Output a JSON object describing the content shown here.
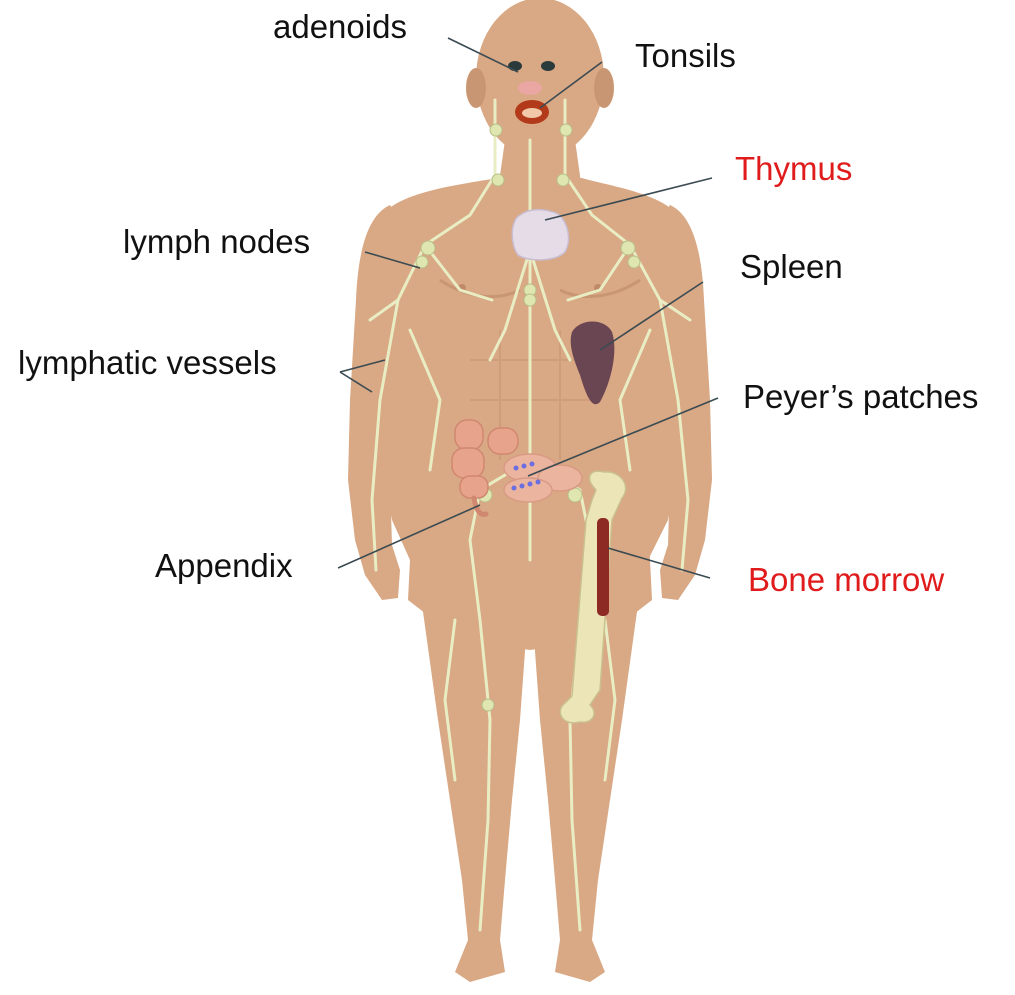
{
  "labels": {
    "adenoids": "adenoids",
    "tonsils": "Tonsils",
    "thymus": "Thymus",
    "lymph_nodes": "lymph nodes",
    "spleen": "Spleen",
    "lymphatic_vessels": "lymphatic vessels",
    "peyers_patches": "Peyer’s patches",
    "appendix": "Appendix",
    "bone_marrow": "Bone morrow"
  },
  "colors": {
    "default_label": "#111111",
    "highlight_label": "#e01b1b",
    "skin": "#d9a884",
    "skin_shadow": "#c99673",
    "vessels": "#e9edc4",
    "nodes": "#dfe6b0",
    "thymus": "#e6dce8",
    "spleen": "#6a4552",
    "intestine": "#e7a38c",
    "bone": "#ece5b8",
    "marrow": "#8e2a24",
    "leader_line": "#3b4b52"
  }
}
